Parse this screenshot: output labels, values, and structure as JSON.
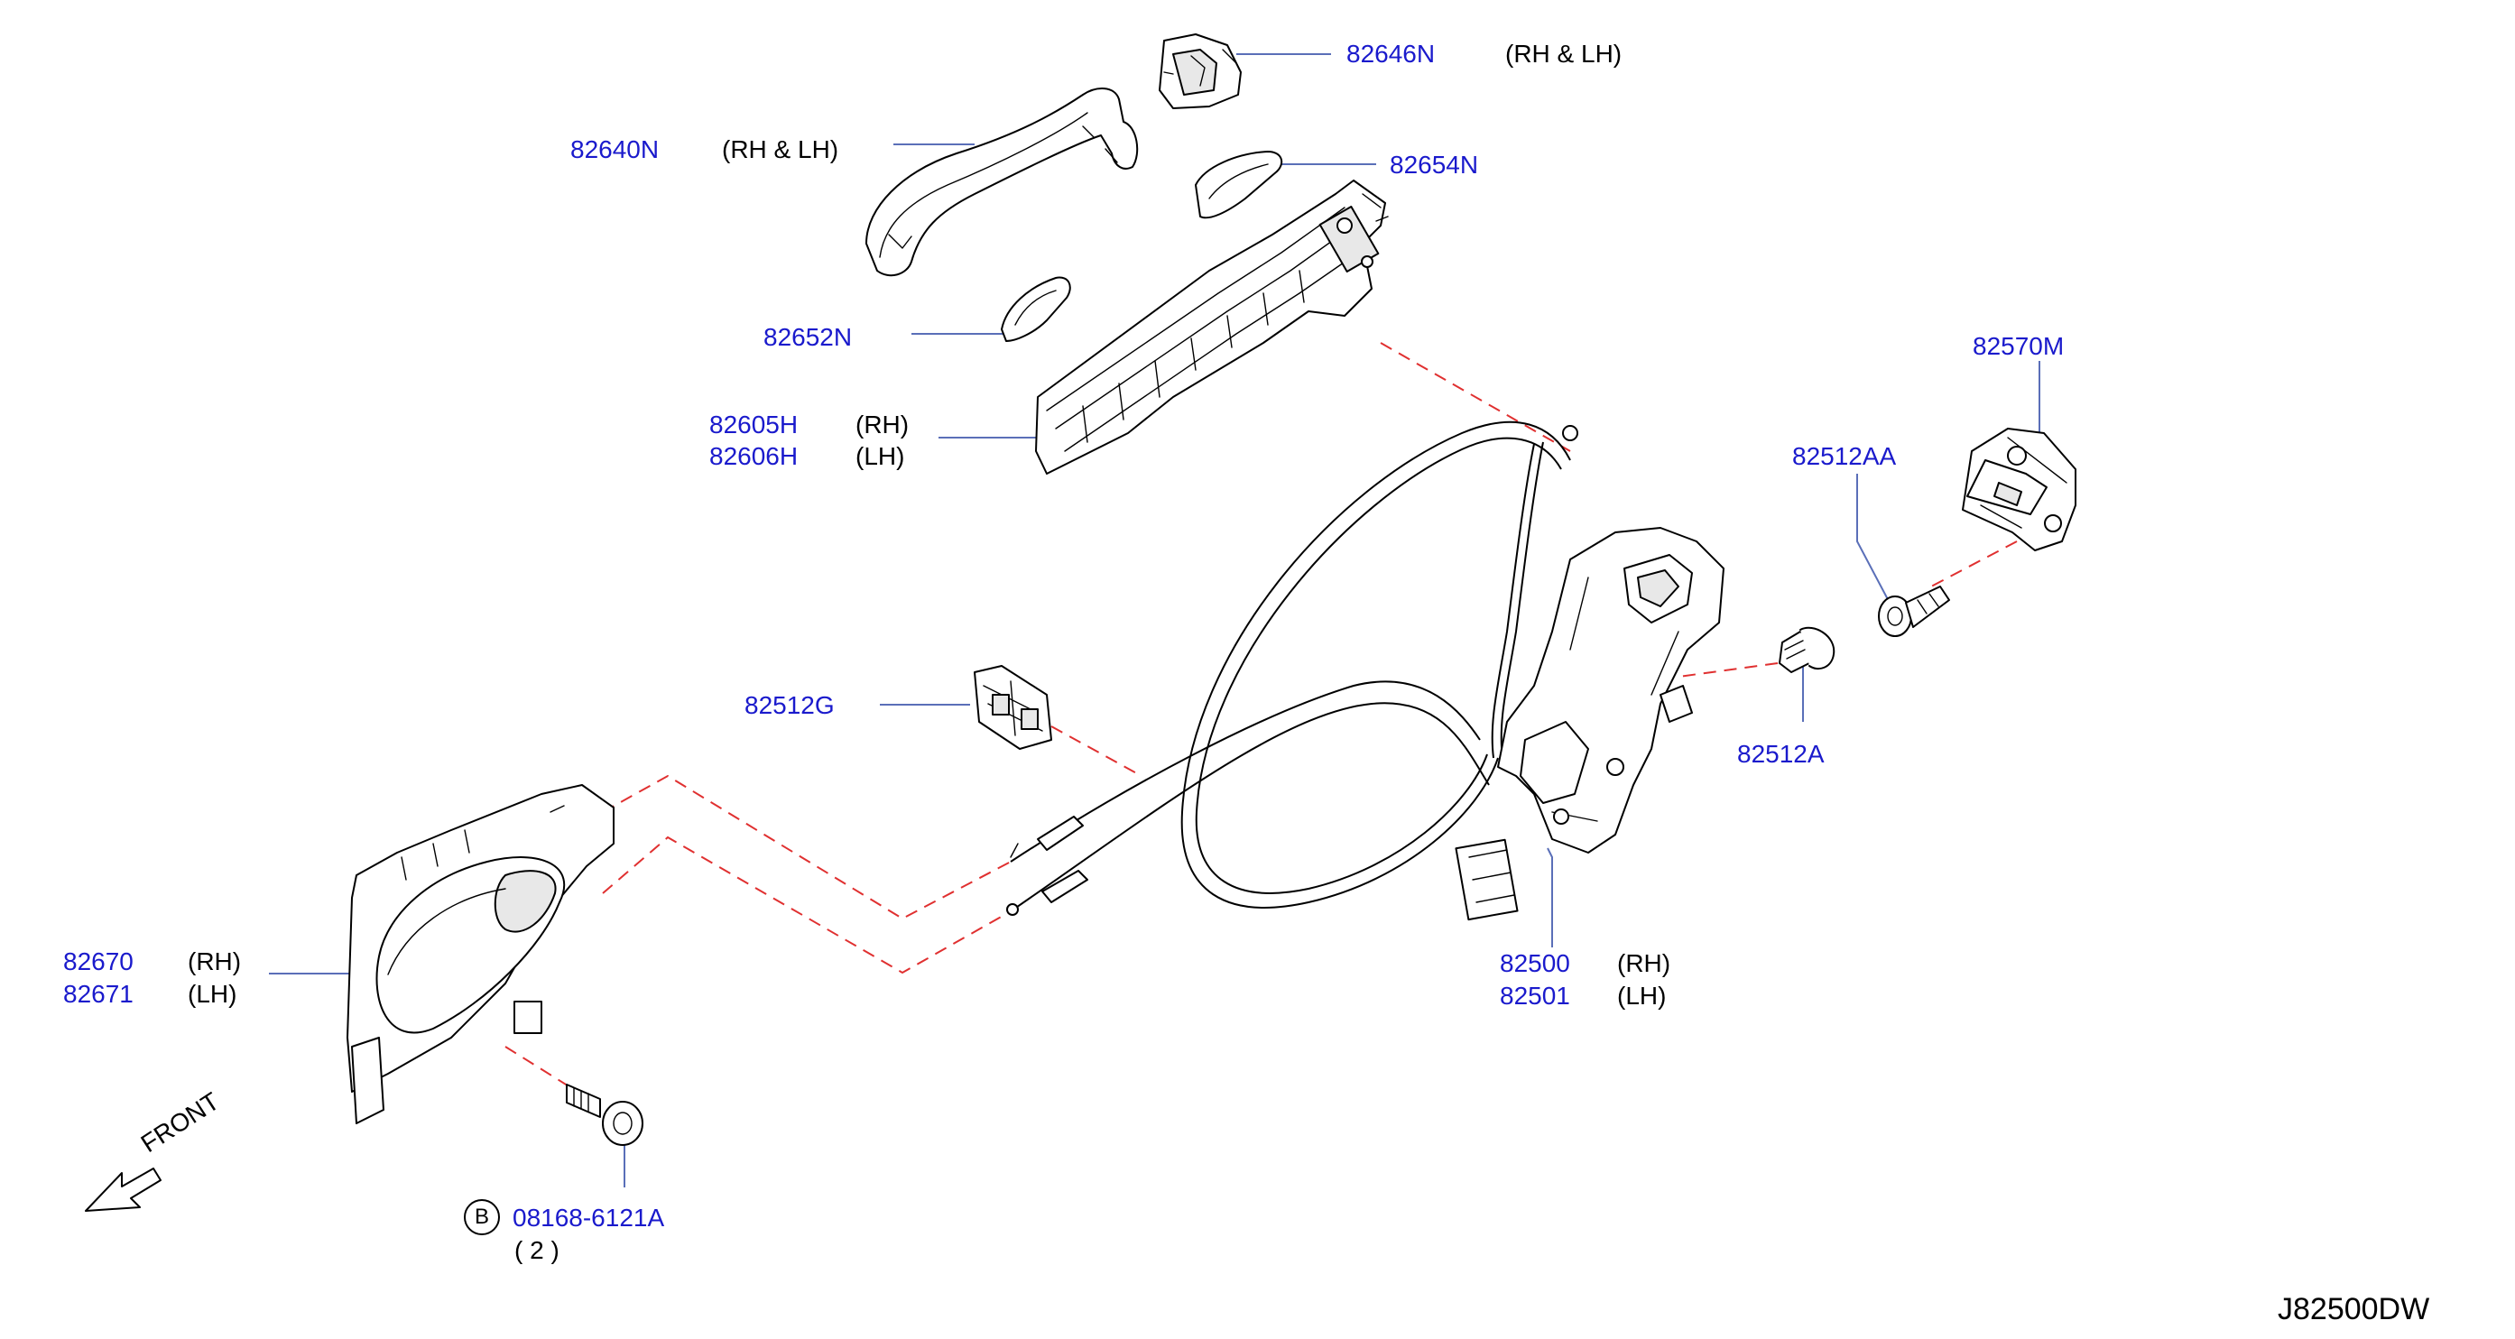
{
  "parts": {
    "p82646n": {
      "number": "82646N",
      "side": "(RH   &   LH)"
    },
    "p82640n": {
      "number": "82640N",
      "side": "(RH   &   LH)"
    },
    "p82654n": {
      "number": "82654N"
    },
    "p82652n": {
      "number": "82652N"
    },
    "p82605h": {
      "number": "82605H",
      "side": "(RH)"
    },
    "p82606h": {
      "number": "82606H",
      "side": "(LH)"
    },
    "p82570m": {
      "number": "82570M"
    },
    "p82512aa": {
      "number": "82512AA"
    },
    "p82512g": {
      "number": "82512G"
    },
    "p82512a": {
      "number": "82512A"
    },
    "p82670": {
      "number": "82670",
      "side": "(RH)"
    },
    "p82671": {
      "number": "82671",
      "side": "(LH)"
    },
    "p82500": {
      "number": "82500",
      "side": "(RH)"
    },
    "p82501": {
      "number": "82501",
      "side": "(LH)"
    },
    "bolt": {
      "marker": "B",
      "number": "08168-6121A",
      "qty": "(  2  )"
    }
  },
  "front_indicator": "FRONT",
  "diagram_code": "J82500DW",
  "colors": {
    "part_number": "#1a1acc",
    "leader": "#5a6fb8",
    "dashed_link": "#e03030",
    "line_art": "#000000"
  }
}
